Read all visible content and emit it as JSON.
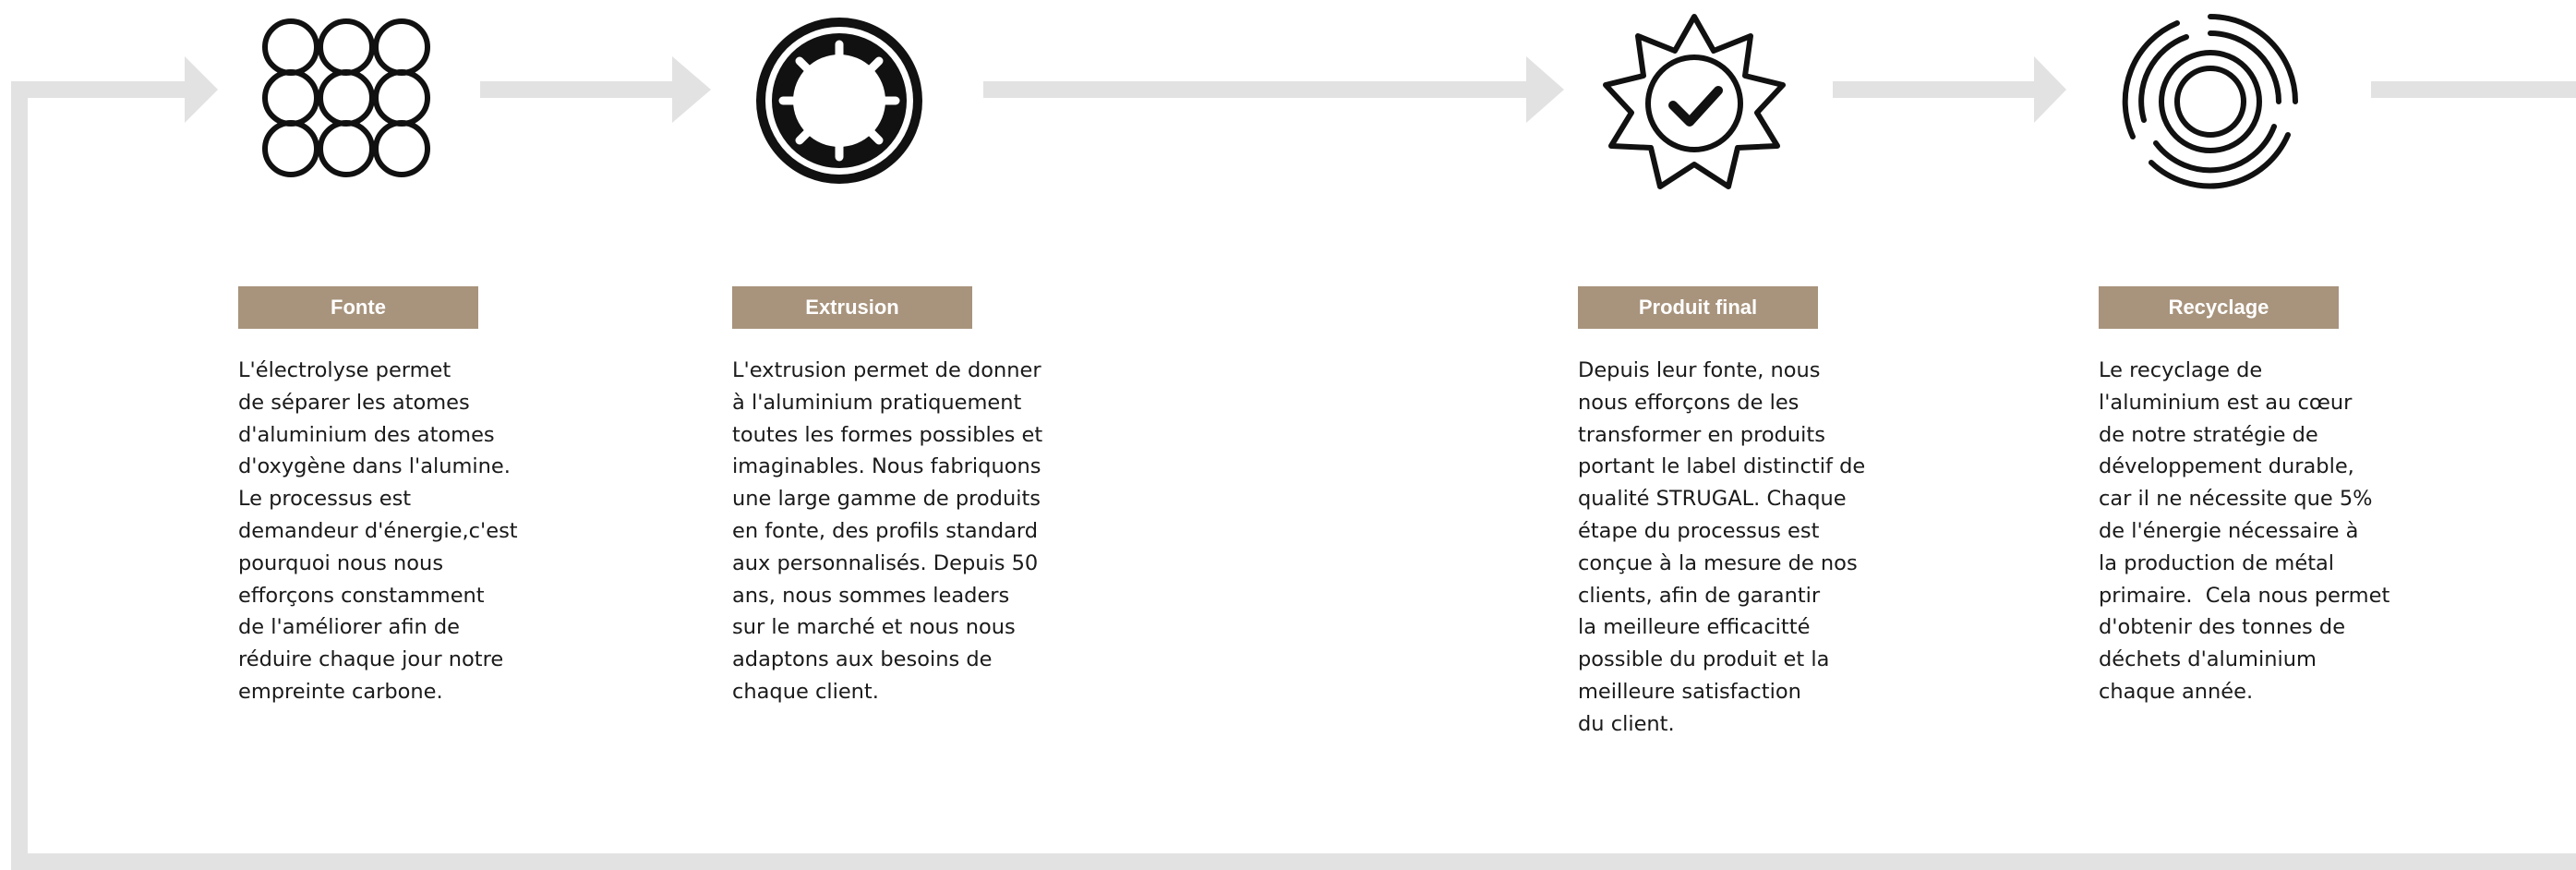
{
  "colors": {
    "connector": "#e2e2e2",
    "label_bg": "#a8937c",
    "label_text": "#ffffff",
    "icon_stroke": "#111111",
    "body_text": "#1a1a1a"
  },
  "steps": [
    {
      "label": "Fonte",
      "icon": "nine-circles-icon",
      "text": "L'électrolyse permet\nde séparer les atomes\nd'aluminium des atomes\nd'oxygène dans l'alumine.\nLe processus est\ndemandeur d'énergie,c'est\npourquoi nous nous\nefforçons constamment\nde l'améliorer afin de\nréduire chaque jour notre\nempreinte carbone."
    },
    {
      "label": "Extrusion",
      "icon": "extrusion-die-icon",
      "text": "L'extrusion permet de donner\nà l'aluminium pratiquement\ntoutes les formes possibles et\nimaginables. Nous fabriquons\nune large gamme de produits\nen fonte, des profils standard\naux personnalisés. Depuis 50\nans, nous sommes leaders\nsur le marché et nous nous\nadaptons aux besoins de\nchaque client."
    },
    {
      "label": "Produit final",
      "icon": "quality-badge-check-icon",
      "text": "Depuis leur fonte, nous\nnous efforçons de les\ntransformer en produits\nportant le label distinctif de\nqualité STRUGAL. Chaque\nétape du processus est\nconçue à la mesure de nos\nclients, afin de garantir\nla meilleure efficacitté\npossible du produit et la\nmeilleure satisfaction\ndu client."
    },
    {
      "label": "Recyclage",
      "icon": "recycling-rings-icon",
      "text": "Le recyclage de\nl'aluminium est au cœur\nde notre stratégie de\ndéveloppement durable,\ncar il ne nécessite que 5%\nde l'énergie nécessaire à\nla production de métal\nprimaire.  Cela nous permet\nd'obtenir des tonnes de\ndéchets d'aluminium\nchaque année."
    }
  ]
}
